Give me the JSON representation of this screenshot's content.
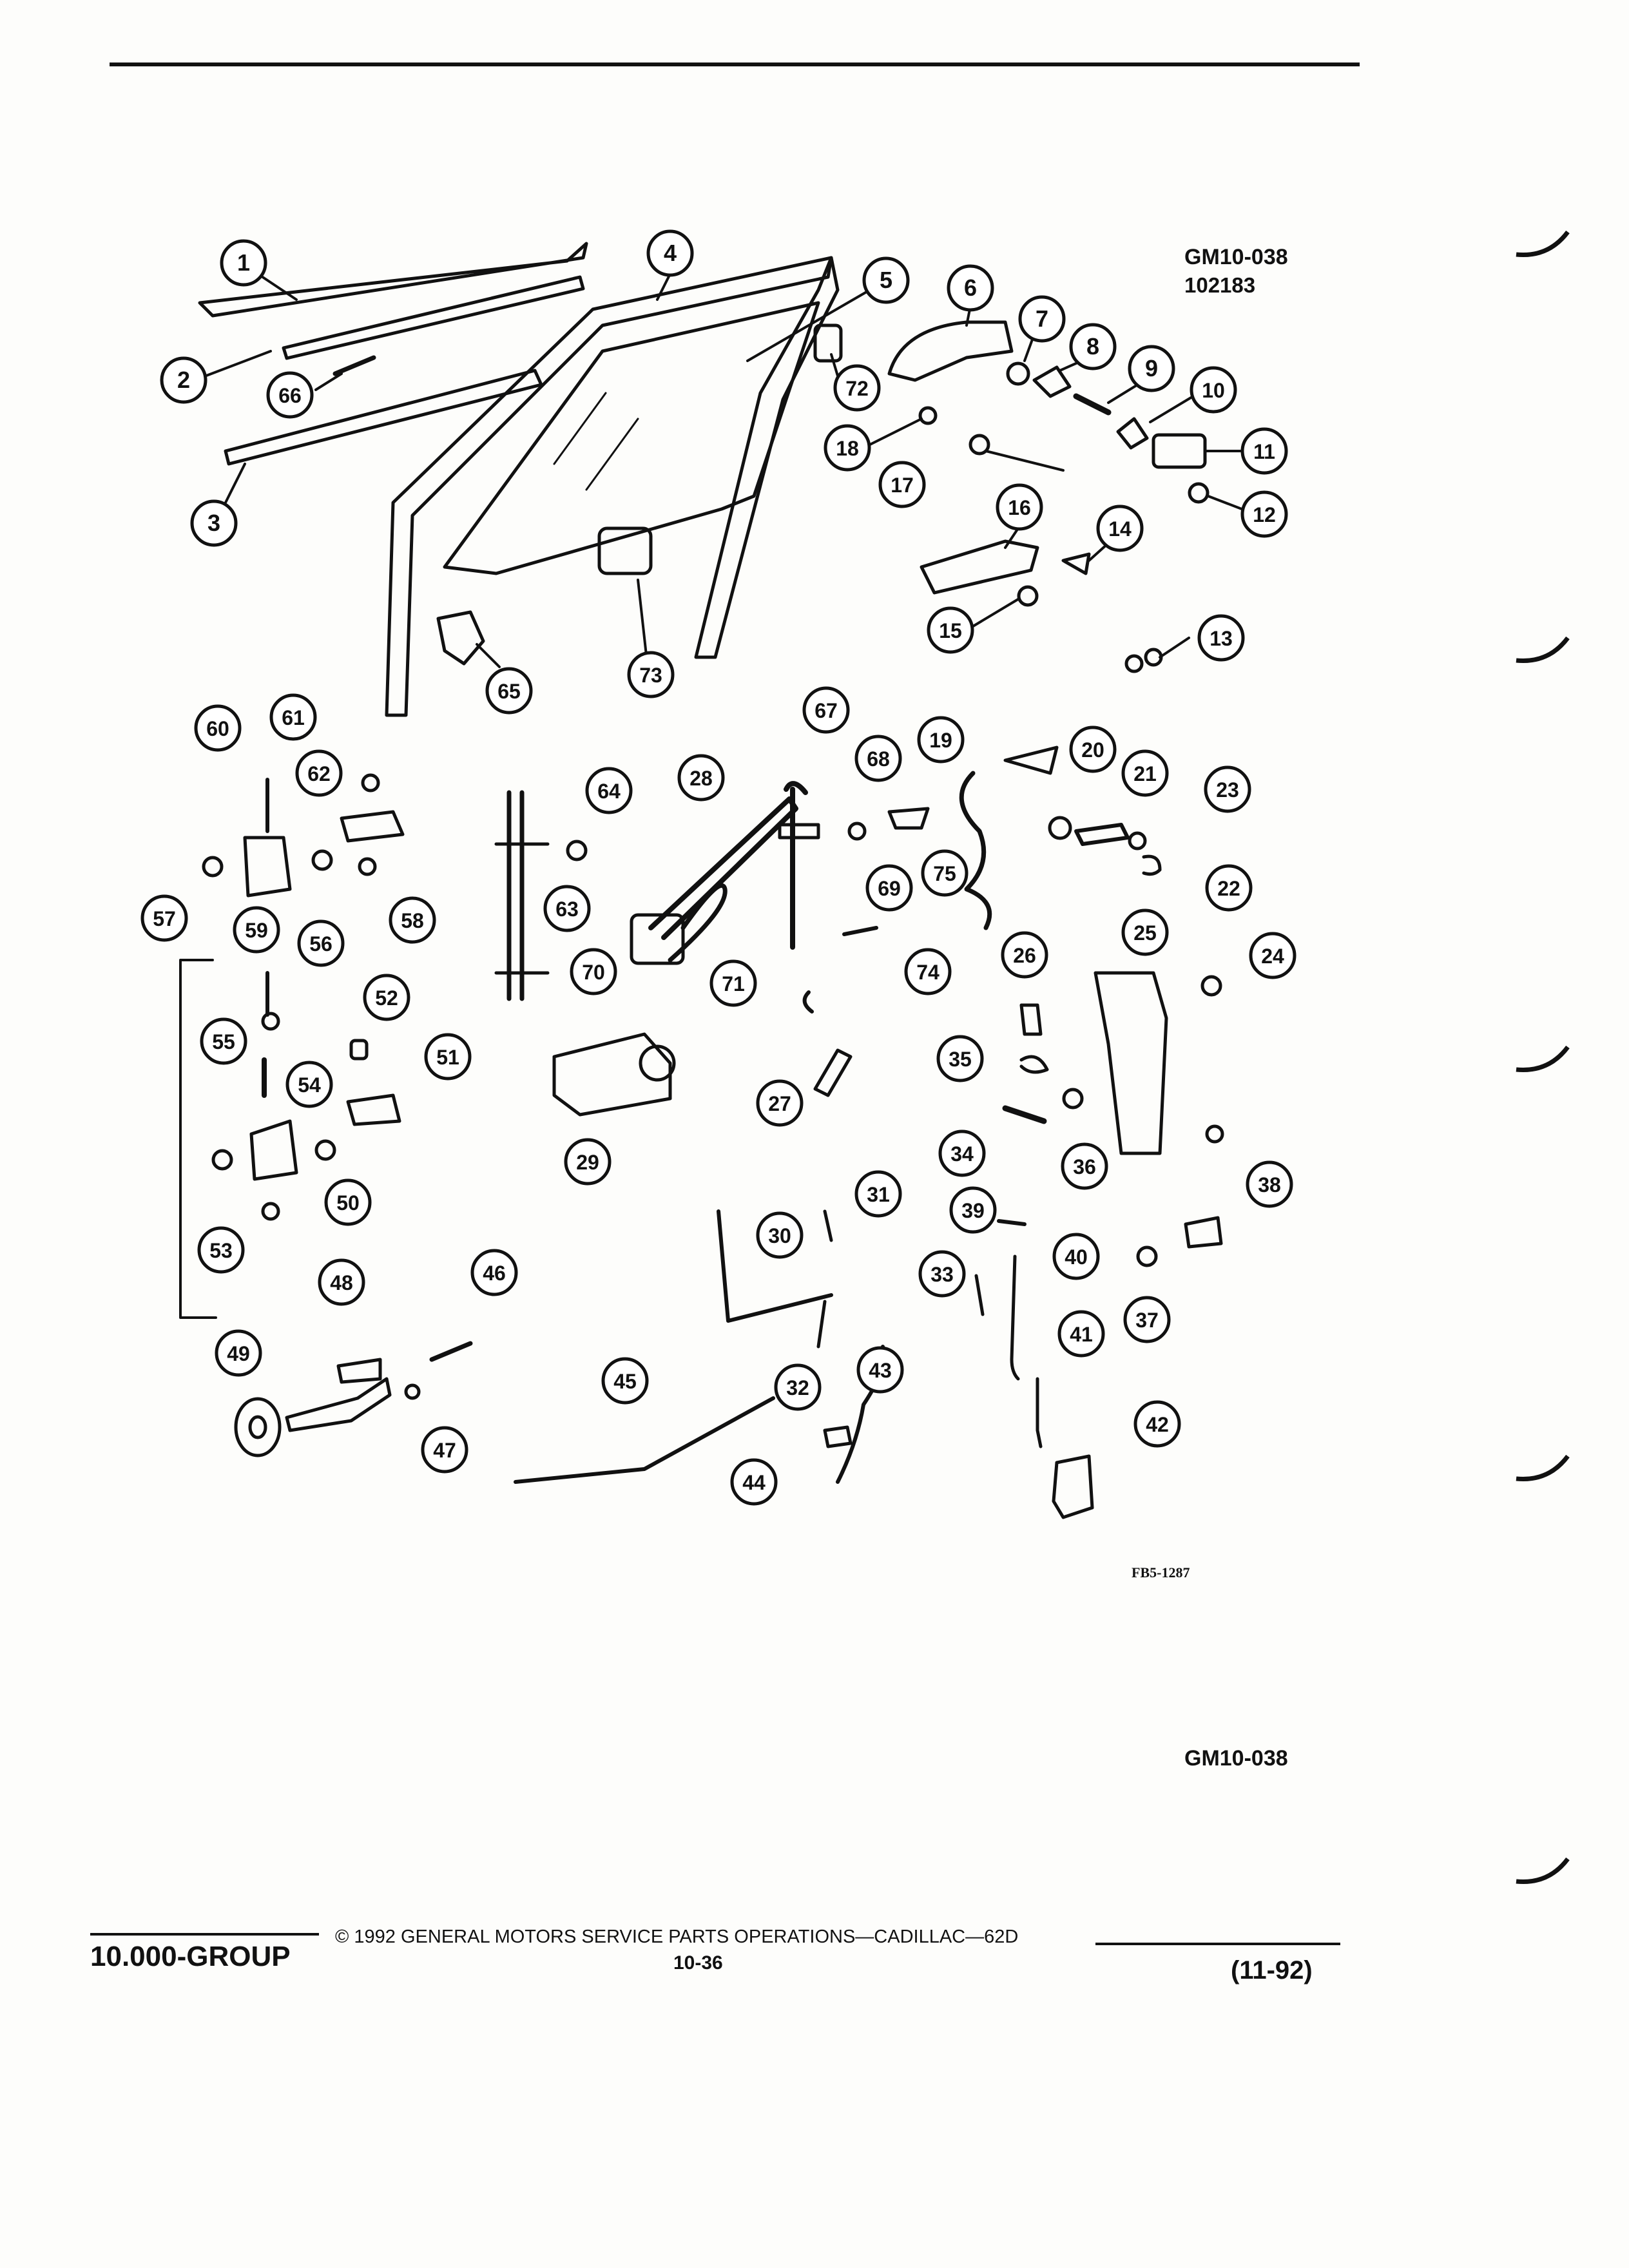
{
  "header": {
    "figure_id": "GM10-038",
    "figure_date": "102183"
  },
  "diagram": {
    "art_code": "FB5-1287",
    "callouts": [
      "1",
      "2",
      "3",
      "4",
      "5",
      "6",
      "7",
      "8",
      "9",
      "10",
      "11",
      "12",
      "13",
      "14",
      "15",
      "16",
      "17",
      "18",
      "19",
      "20",
      "21",
      "22",
      "23",
      "24",
      "25",
      "26",
      "27",
      "28",
      "29",
      "30",
      "31",
      "32",
      "33",
      "34",
      "35",
      "36",
      "37",
      "38",
      "39",
      "40",
      "41",
      "42",
      "43",
      "44",
      "45",
      "46",
      "47",
      "48",
      "49",
      "50",
      "51",
      "52",
      "53",
      "54",
      "55",
      "56",
      "57",
      "58",
      "59",
      "60",
      "61",
      "62",
      "63",
      "64",
      "65",
      "66",
      "67",
      "68",
      "69",
      "70",
      "71",
      "72",
      "73",
      "74",
      "75"
    ]
  },
  "caption": "GM10-038",
  "footer": {
    "group": "10.000-GROUP",
    "copyright": "© 1992  GENERAL MOTORS SERVICE PARTS OPERATIONS—CADILLAC—62D",
    "page_number": "10-36",
    "edition": "(11-92)"
  }
}
